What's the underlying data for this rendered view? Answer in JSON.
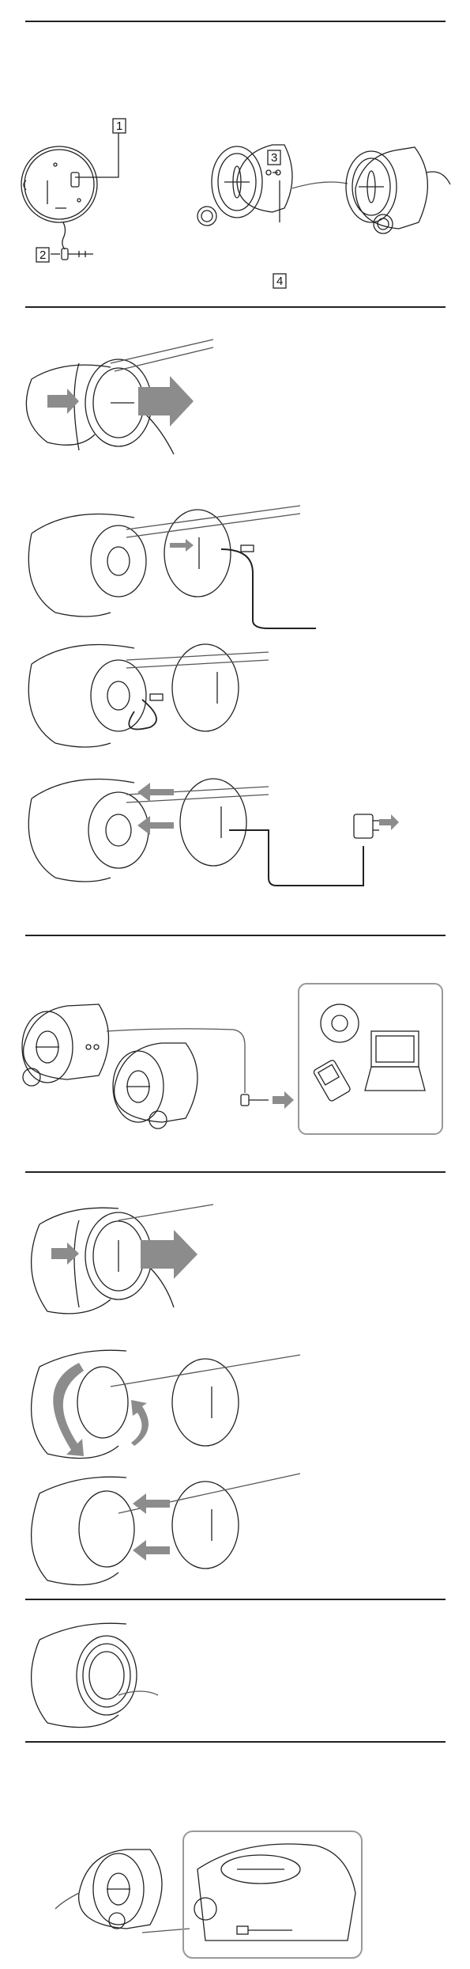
{
  "callouts": {
    "c1": "1",
    "c2": "2",
    "c3": "3",
    "c4": "4"
  },
  "colors": {
    "line": "#222222",
    "arrow": "#8c8c8c",
    "cable": "#555555",
    "box_border": "#999999"
  },
  "icons": [
    "speaker-unit-icon",
    "cable-icon",
    "stereo-plug-icon",
    "ac-adapter-icon",
    "cd-player-icon",
    "walkman-icon",
    "laptop-icon",
    "push-arrow-icon",
    "rotate-arrow-icon"
  ]
}
